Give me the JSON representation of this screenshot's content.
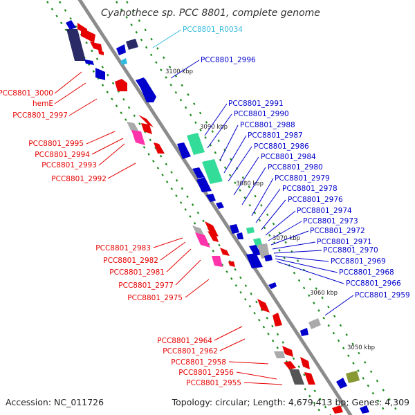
{
  "title": "Cyanothece sp. PCC 8801, complete genome",
  "footer": {
    "accession": "Accession: NC_011726",
    "summary": "Topology: circular; Length: 4,679,413 bp; Genes: 4,309"
  },
  "colors": {
    "backbone": "#8c8c8c",
    "forward_cds": "#0000cc",
    "reverse_cds": "#e60000",
    "rna": "#33bbdd",
    "ticks": "#1a8a1a"
  },
  "scale_labels": [
    "3100 kbp",
    "3090 kbp",
    "3080 kbp",
    "3070 kbp",
    "3060 kbp",
    "3050 kbp"
  ],
  "left_labels": [
    "PCC8801_3000",
    "hemE",
    "PCC8801_2997",
    "PCC8801_2995",
    "PCC8801_2994",
    "PCC8801_2993",
    "PCC8801_2992",
    "PCC8801_2983",
    "PCC8801_2982",
    "PCC8801_2981",
    "PCC8801_2977",
    "PCC8801_2975",
    "PCC8801_2964",
    "PCC8801_2962",
    "PCC8801_2958",
    "PCC8801_2956",
    "PCC8801_2955"
  ],
  "right_labels": [
    "PCC8801_R0034",
    "PCC8801_2996",
    "PCC8801_2991",
    "PCC8801_2990",
    "PCC8801_2988",
    "PCC8801_2987",
    "PCC8801_2986",
    "PCC8801_2984",
    "PCC8801_2980",
    "PCC8801_2979",
    "PCC8801_2978",
    "PCC8801_2976",
    "PCC8801_2974",
    "PCC8801_2973",
    "PCC8801_2972",
    "PCC8801_2971",
    "PCC8801_2970",
    "PCC8801_2969",
    "PCC8801_2968",
    "PCC8801_2966",
    "PCC8801_2959"
  ]
}
